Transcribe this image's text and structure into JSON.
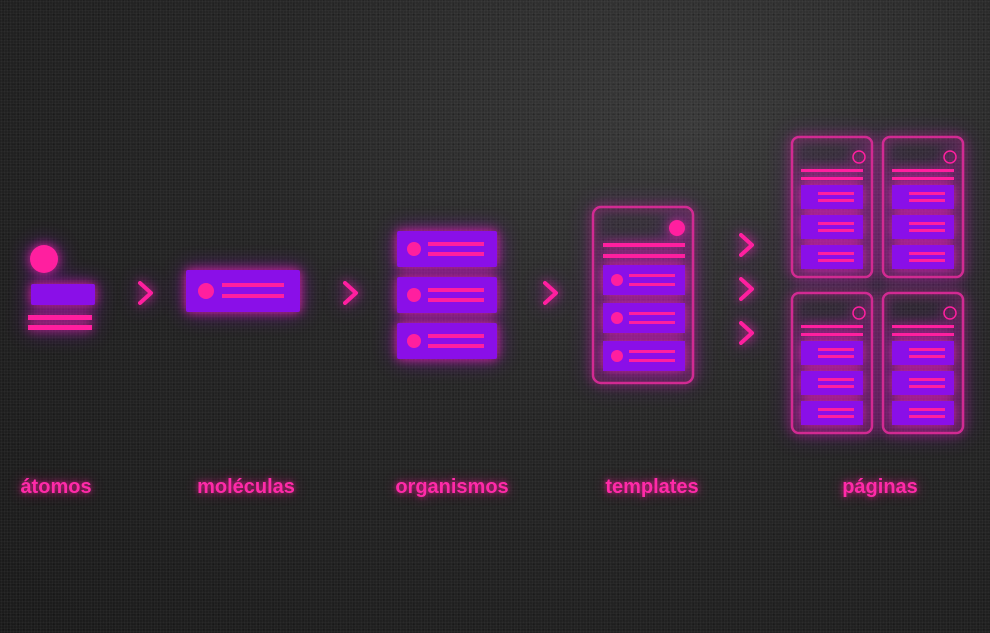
{
  "stages": [
    {
      "id": "atomos",
      "label": "átomos"
    },
    {
      "id": "moleculas",
      "label": "moléculas"
    },
    {
      "id": "organismos",
      "label": "organismos"
    },
    {
      "id": "templates",
      "label": "templates"
    },
    {
      "id": "paginas",
      "label": "páginas"
    }
  ],
  "colors": {
    "background": "#222222",
    "magenta": "#ff1f9f",
    "purple": "#8a0fe8",
    "outline": "#d22a92"
  },
  "icons": [
    "chevron-right-icon"
  ]
}
